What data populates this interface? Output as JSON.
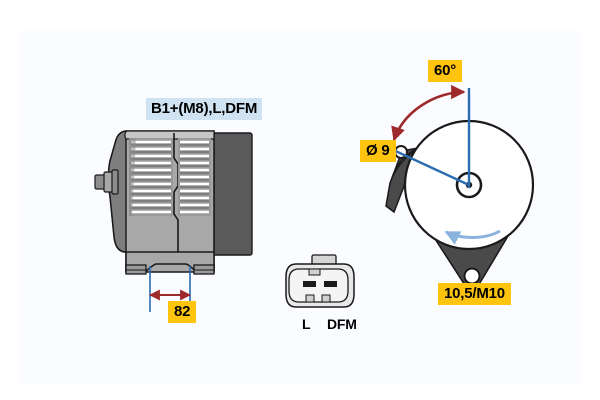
{
  "diagram": {
    "title": "Alternator technical drawing",
    "background_color": "#ffffff",
    "panel_color": "#fafcff"
  },
  "labels": {
    "terminals": "B1+(M8),L,DFM",
    "width_mm": "82",
    "angle": "60°",
    "hole_diameter": "Ø 9",
    "mounting_bolt": "10,5/M10",
    "connector_pin_left": "L",
    "connector_pin_right": "DFM"
  },
  "colors": {
    "amber_tag": "#ffc40d",
    "blue_tag": "#cfe3f2",
    "dimension_red": "#9e2a2b",
    "dimension_blue": "#2b6cb0",
    "rotation_blue": "#8ab4dd",
    "body_light_gray": "#a8a8a8",
    "body_mid_gray": "#8d8d8d",
    "body_dark_gray": "#5a5a5a",
    "outline": "#1a1a1a"
  },
  "views": {
    "side_view": "alternator-side-view",
    "end_view": "alternator-end-view",
    "connector_view": "connector-front-view"
  }
}
